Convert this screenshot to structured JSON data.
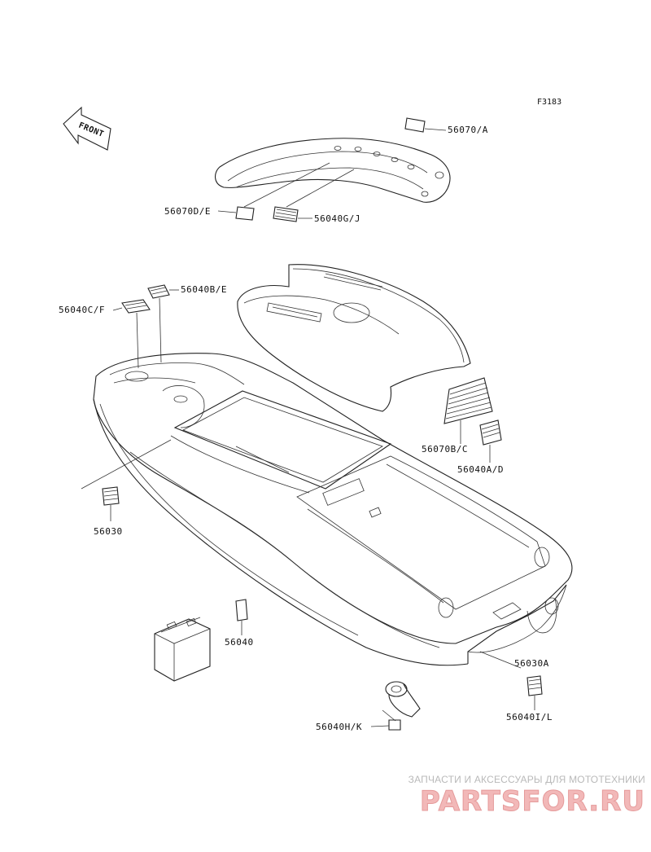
{
  "figure_id": "F3183",
  "front_arrow_label": "FRONT",
  "parts": {
    "p56070A": "56070/A",
    "p56070DE": "56070D/E",
    "p56040GJ": "56040G/J",
    "p56040BE": "56040B/E",
    "p56040CF": "56040C/F",
    "p56070BC": "56070B/C",
    "p56040AD": "56040A/D",
    "p56030": "56030",
    "p56040": "56040",
    "p56030A": "56030A",
    "p56040IL": "56040I/L",
    "p56040HK": "56040H/K"
  },
  "watermark": {
    "tagline": "ЗАПЧАСТИ И АКСЕССУАРЫ ДЛЯ МОТОТЕХНИКИ",
    "logo": "PARTSFOR.RU"
  }
}
